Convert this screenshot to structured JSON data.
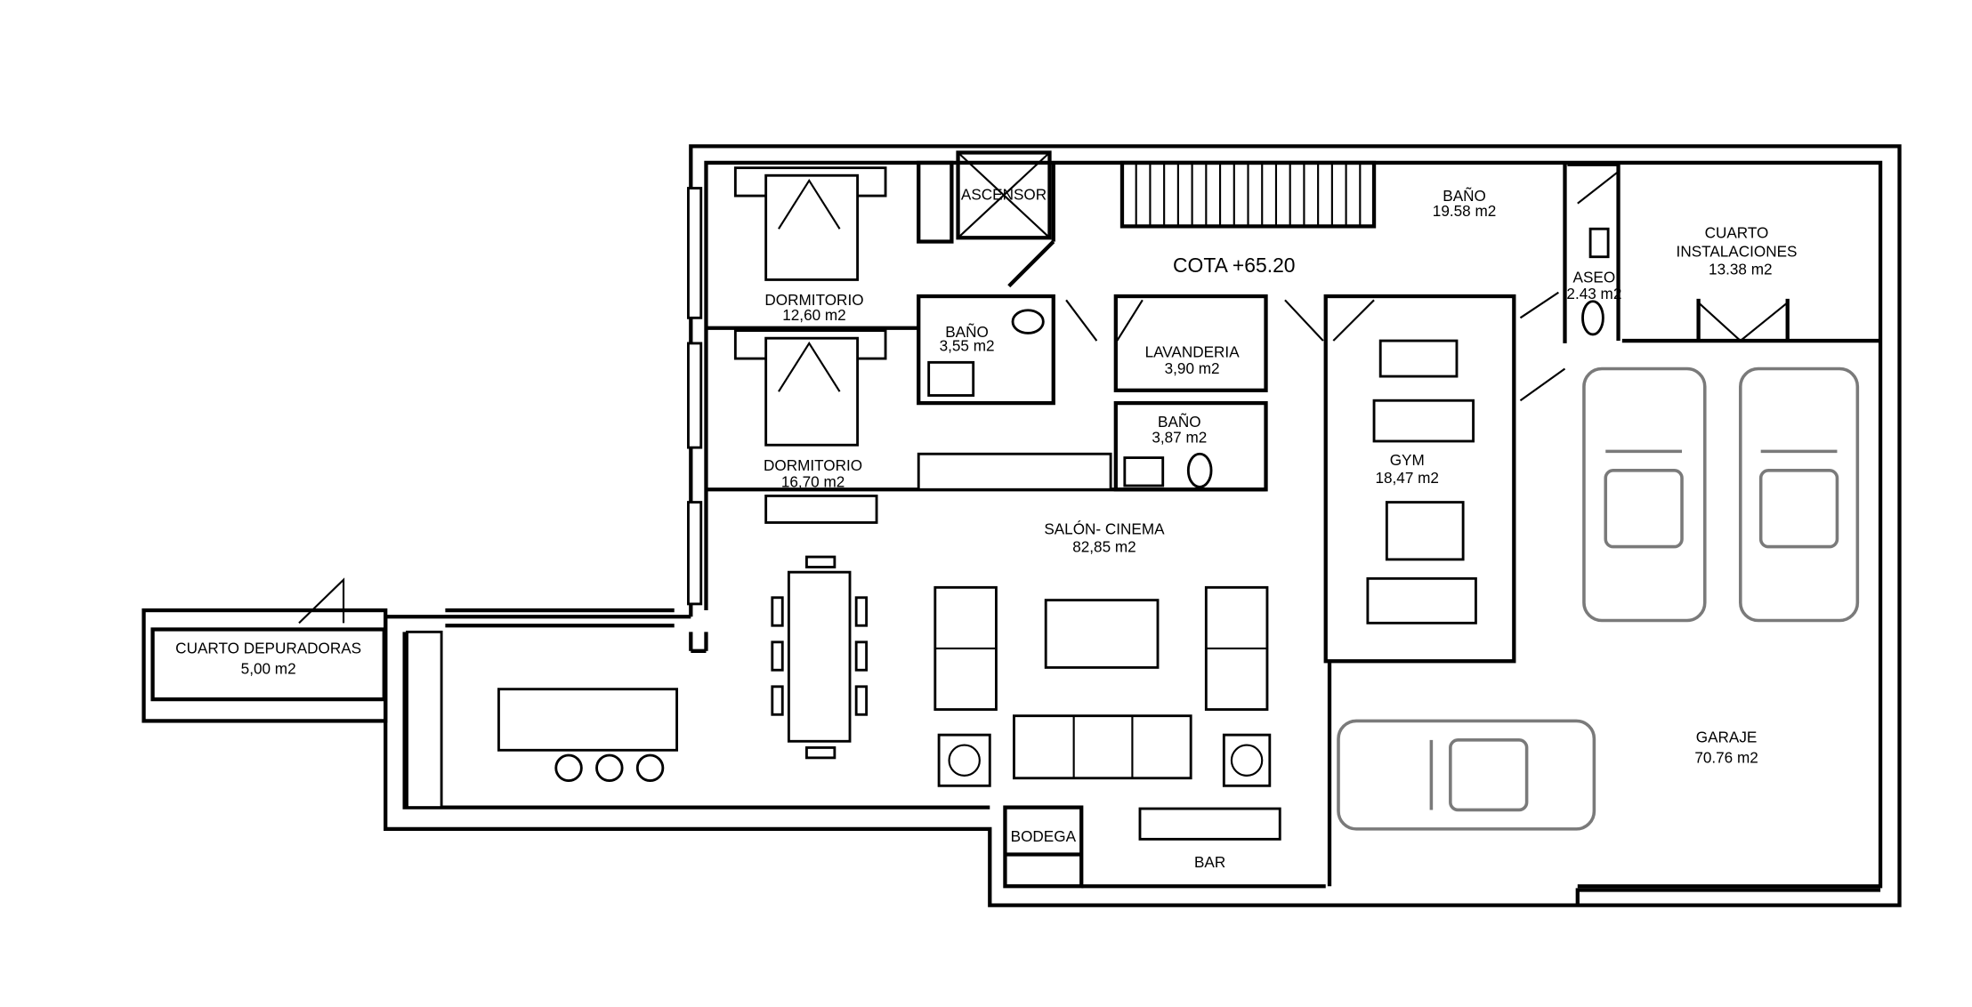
{
  "plan": {
    "level": "COTA +65.20",
    "rooms": {
      "dormitorio1": {
        "name": "DORMITORIO",
        "area": "12,60 m2"
      },
      "dormitorio2": {
        "name": "DORMITORIO",
        "area": "16,70 m2"
      },
      "ascensor": {
        "name": "ASCENSOR"
      },
      "bano1": {
        "name": "BAÑO",
        "area": "3,55 m2"
      },
      "bano_main": {
        "name": "BAÑO",
        "area": "19.58 m2"
      },
      "aseo": {
        "name": "ASEO",
        "area": "2.43 m2"
      },
      "instalaciones": {
        "name1": "CUARTO",
        "name2": "INSTALACIONES",
        "area": "13.38 m2"
      },
      "lavanderia": {
        "name": "LAVANDERIA",
        "area": "3,90 m2"
      },
      "bano2": {
        "name": "BAÑO",
        "area": "3,87 m2"
      },
      "gym": {
        "name": "GYM",
        "area": "18,47 m2"
      },
      "salon": {
        "name": "SALÓN- CINEMA",
        "area": "82,85 m2"
      },
      "depuradoras": {
        "name": "CUARTO DEPURADORAS",
        "area": "5,00 m2"
      },
      "bodega": {
        "name": "BODEGA"
      },
      "bar": {
        "name": "BAR"
      },
      "garaje": {
        "name": "GARAJE",
        "area": "70.76 m2"
      }
    }
  }
}
